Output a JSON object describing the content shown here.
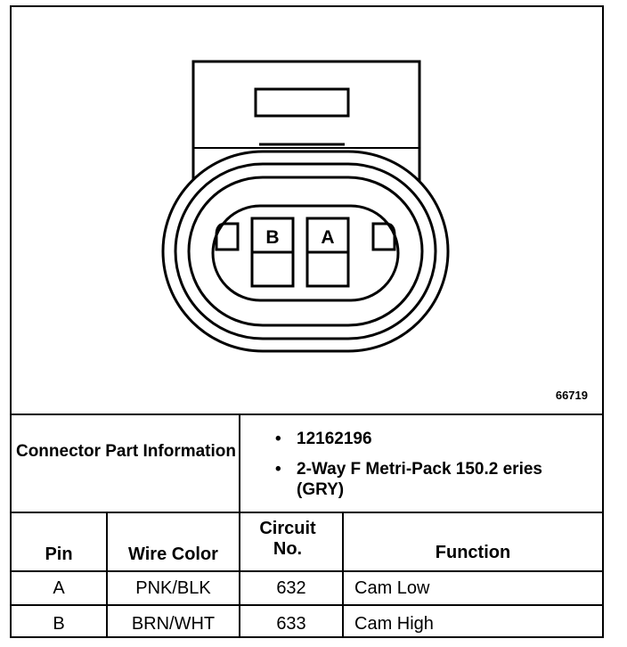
{
  "figure_id": "66719",
  "connector": {
    "cavity_labels": [
      "B",
      "A"
    ]
  },
  "part_info": {
    "label": "Connector Part Information",
    "bullets": [
      "12162196",
      "2-Way F Metri-Pack 150.2 eries (GRY)"
    ],
    "bullet_glyph": "•"
  },
  "table": {
    "headers": [
      "Pin",
      "Wire Color",
      "Circuit No.",
      "Function"
    ],
    "rows": [
      [
        "A",
        "PNK/BLK",
        "632",
        "Cam Low"
      ],
      [
        "B",
        "BRN/WHT",
        "633",
        "Cam High"
      ]
    ]
  }
}
